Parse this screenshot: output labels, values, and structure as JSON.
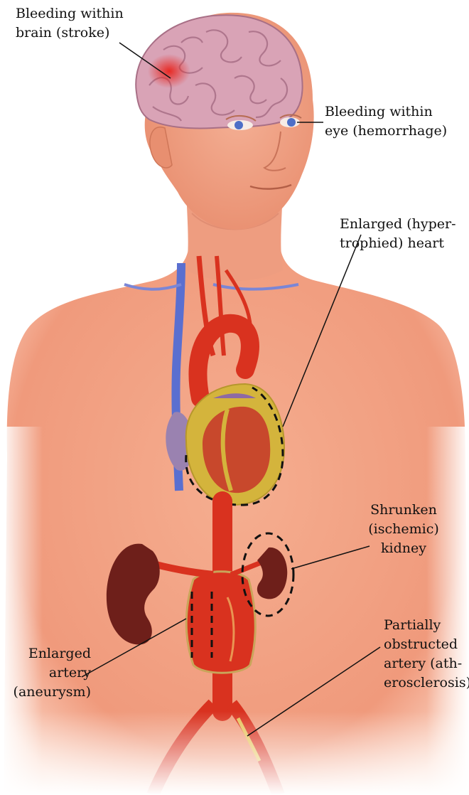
{
  "labels": {
    "stroke": {
      "line1": "Bleeding within",
      "line2": "brain (stroke)"
    },
    "eye": {
      "line1": "Bleeding within",
      "line2": "eye (hemorrhage)"
    },
    "heart": {
      "line1": "Enlarged (hyper-",
      "line2": "trophied) heart"
    },
    "kidney": {
      "line1": "Shrunken",
      "line2": "(ischemic)",
      "line3": "kidney"
    },
    "aneurysm": {
      "line1": "Enlarged",
      "line2": "artery",
      "line3": "(aneurysm)"
    },
    "athero": {
      "line1": "Partially",
      "line2": "obstructed",
      "line3": "artery (ath-",
      "line4": "erosclerosis)"
    }
  },
  "colors": {
    "skin": "#f2a485",
    "skin_edge": "#e98a69",
    "brain": "#d9a3b6",
    "brain_fold": "#a86f86",
    "bleed": "#e0302a",
    "iris": "#4d6fc7",
    "artery": "#d9321f",
    "vein": "#5a6fd0",
    "heart_fat": "#d4b43c",
    "heart_muscle": "#c8482c",
    "atrium": "#9a82b0",
    "kidney": "#6e1f1a",
    "leader": "#111111"
  }
}
